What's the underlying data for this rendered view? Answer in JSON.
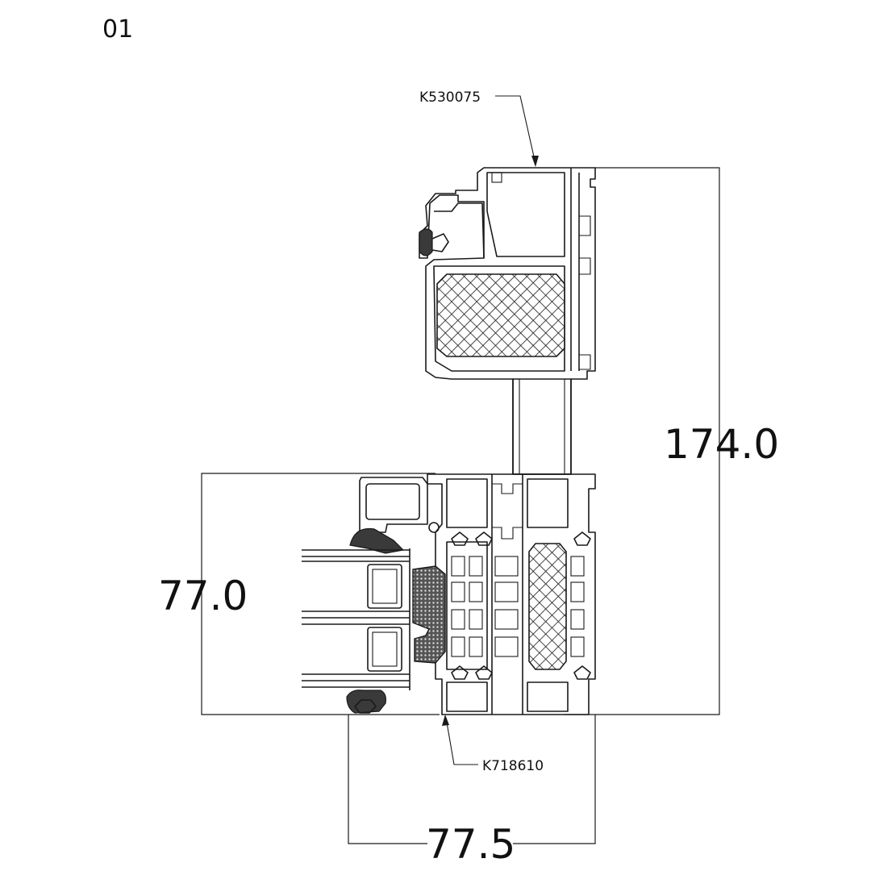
{
  "figure": {
    "number": "01"
  },
  "callouts": {
    "top_profile": "K530075",
    "bottom_profile": "K718610"
  },
  "dimensions": {
    "overall_height": "174.0",
    "sash_height": "77.0",
    "frame_width": "77.5"
  },
  "colors": {
    "line": "#1a1a1a",
    "gasket": "#3a3a3a",
    "background": "#ffffff"
  }
}
